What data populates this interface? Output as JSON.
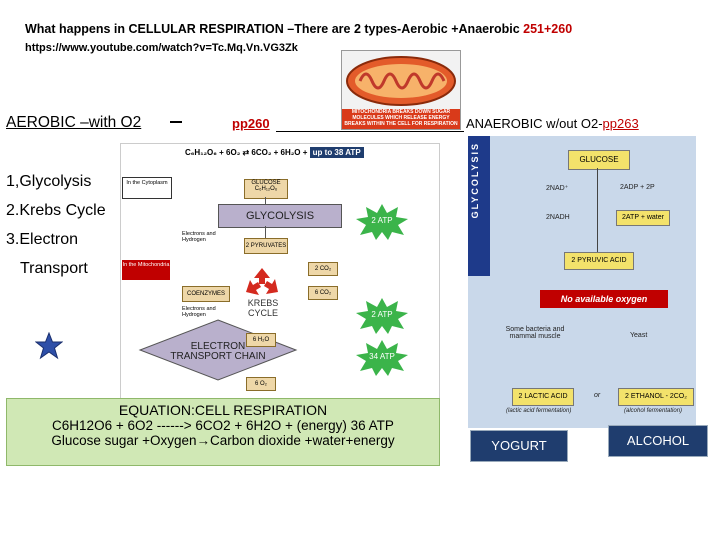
{
  "header": {
    "title": "What happens in CELLULAR RESPIRATION –There are 2 types-Aerobic +Anaerobic",
    "title_pages": "251+260",
    "url": "https://www.youtube.com/watch?v=Tc.Mq.Vn.VG3Zk"
  },
  "aerobic": {
    "heading": "AEROBIC –with O2",
    "pages": "pp260",
    "steps": [
      "1,Glycolysis",
      "2.Krebs Cycle",
      "3.Electron",
      "Transport"
    ]
  },
  "anaerobic": {
    "heading_prefix": "ANAEROBIC w/out O2-",
    "pages": "pp263"
  },
  "mito_image": {
    "caption": "MITOCHONDRIA BREAKS DOWN SUGAR MOLECULES WHICH RELEASE ENERGY BREAKS WITHIN THE CELL FOR RESPIRATION"
  },
  "aerobic_diagram": {
    "equation": "C₆H₁₂O₆ + 6O₂  ⇄  6CO₂ + 6H₂O +",
    "atp_total": "up to 38 ATP",
    "cytoplasm_label": "In the Cytoplasm",
    "mito_label": "In the Mitochondria",
    "glucose": "GLUCOSE C₆H₁₂O₆",
    "glycolysis": "GLYCOLYSIS",
    "pyruvates": "2 PYRUVATES",
    "electrons1": "Electrons and Hydrogen",
    "electrons2": "Electrons and Hydrogen",
    "coenzymes": "COENZYMES",
    "krebs": "KREBS CYCLE",
    "etc": "ELECTRON TRANSPORT CHAIN",
    "atp1": "2 ATP",
    "atp2": "2 ATP",
    "atp3": "34 ATP",
    "co2_1": "2 CO₂",
    "co2_2": "6 CO₂",
    "h2o": "6 H₂O",
    "o2": "6 O₂"
  },
  "anaerobic_diagram": {
    "side_label": "GLYCOLYSIS",
    "glucose": "GLUCOSE",
    "nad": "2NAD⁺",
    "adp": "2ADP + 2P",
    "nadh": "2NADH",
    "atp_water": "2ATP + water",
    "pyruvic": "2 PYRUVIC ACID",
    "no_oxygen": "No available oxygen",
    "bacteria": "Some bacteria and mammal muscle",
    "yeast": "Yeast",
    "or": "or",
    "lactic": "2 LACTIC ACID",
    "lactic_sub": "(lactic acid fermentation)",
    "ethanol": "2 ETHANOL - 2CO₂",
    "ethanol_sub": "(alcohol fermentation)"
  },
  "equation_box": {
    "line1": "EQUATION:CELL RESPIRATION",
    "line2": "C6H12O6 + 6O2 ------> 6CO2 + 6H2O + (energy) 36 ATP",
    "line3_a": "Glucose sugar +Oxygen",
    "line3_arrow": "→",
    "line3_b": "Carbon dioxide +water+energy"
  },
  "buttons": {
    "yogurt": "YOGURT",
    "alcohol": "ALCOHOL"
  },
  "colors": {
    "accent_red": "#c00000",
    "star_blue": "#2e4fa8",
    "equation_bg": "#d0e8b5",
    "button_bg": "#1f3d6e"
  }
}
